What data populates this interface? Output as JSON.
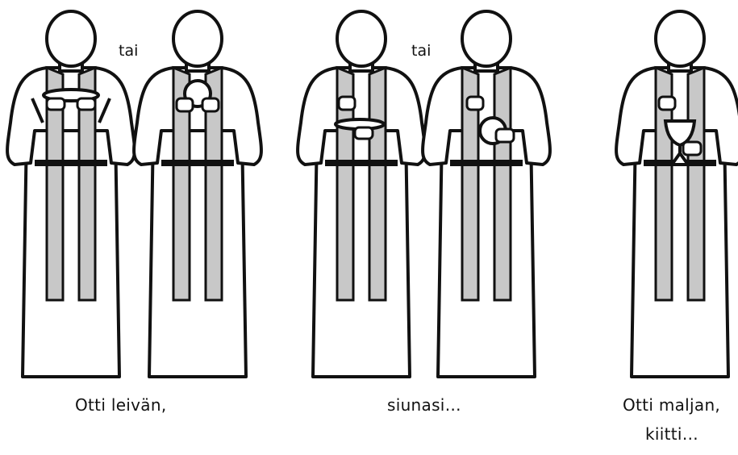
{
  "connectors": {
    "first": "tai",
    "second": "tai"
  },
  "captions": {
    "bread": "Otti leivän,",
    "bless": "siunasi…",
    "cup_line1": "Otti maljan,",
    "cup_line2": "kiitti…"
  },
  "colors": {
    "stole": "#c8c8c8",
    "outline": "#111111",
    "alb": "#ffffff"
  }
}
